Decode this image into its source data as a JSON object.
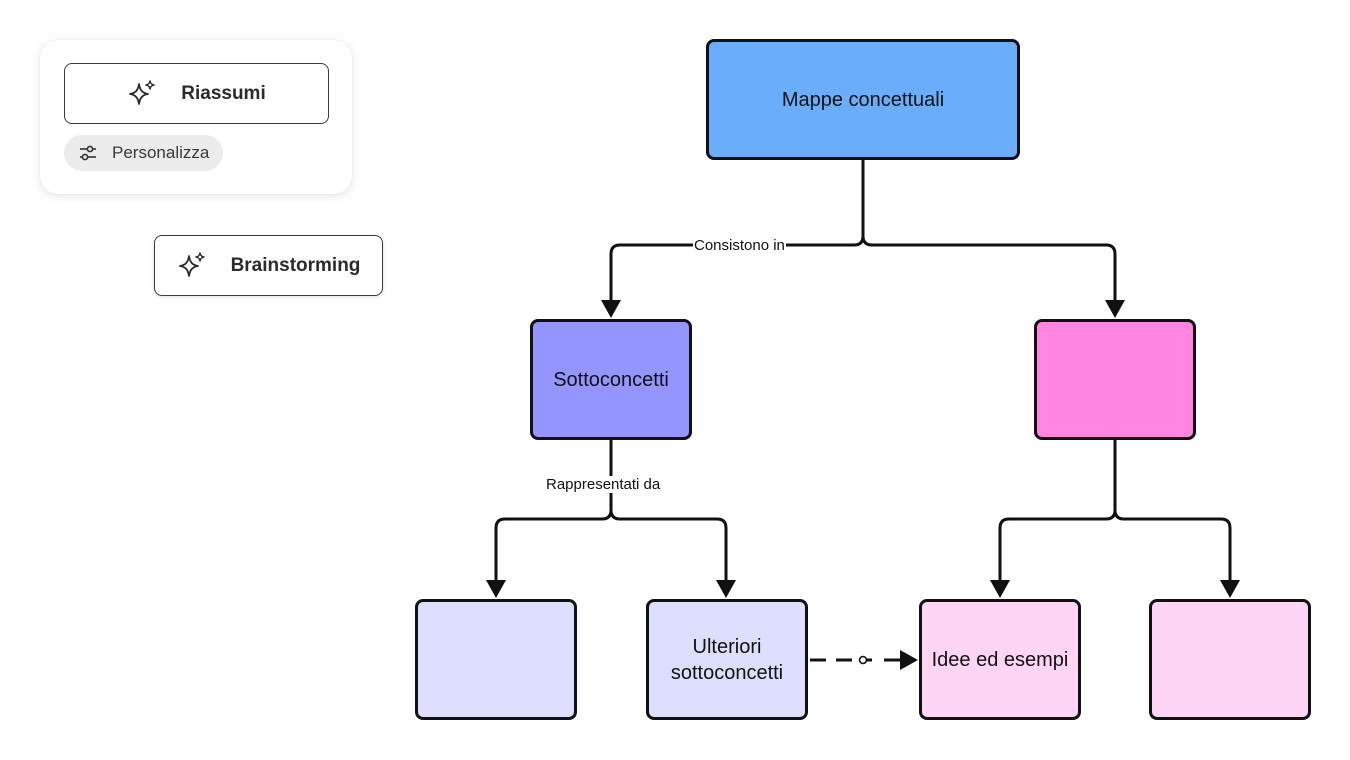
{
  "ai_panel": {
    "summarize_label": "Riassumi",
    "customize_label": "Personalizza"
  },
  "brainstorm_label": "Brainstorming",
  "diagram": {
    "nodes": {
      "root": {
        "label": "Mappe concettuali",
        "color": "#6aaefb"
      },
      "sub": {
        "label": "Sottoconcetti",
        "color": "#9595ff"
      },
      "pink": {
        "label": "",
        "color": "#ff85e0"
      },
      "leaf1": {
        "label": "",
        "color": "#dedefe"
      },
      "further": {
        "label": "Ulteriori sottoconcetti",
        "color": "#dedefe"
      },
      "ideas": {
        "label": "Idee ed esempi",
        "color": "#ffd5f5"
      },
      "leaf4": {
        "label": "",
        "color": "#ffd5f5"
      }
    },
    "edge_labels": {
      "consist": "Consistono in",
      "represented": "Rappresentati da"
    }
  }
}
